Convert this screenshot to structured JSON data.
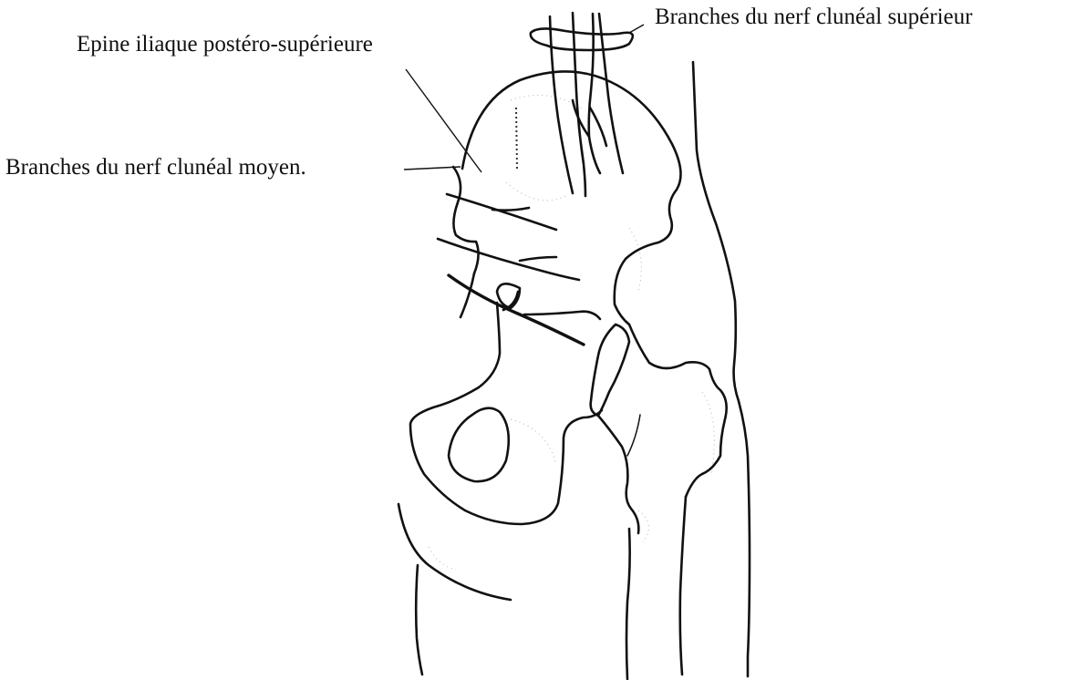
{
  "labels": {
    "superior_cluneal": "Branches du nerf clunéal supérieur",
    "psis": "Epine iliaque postéro-supérieure",
    "middle_cluneal": "Branches du nerf clunéal moyen."
  }
}
